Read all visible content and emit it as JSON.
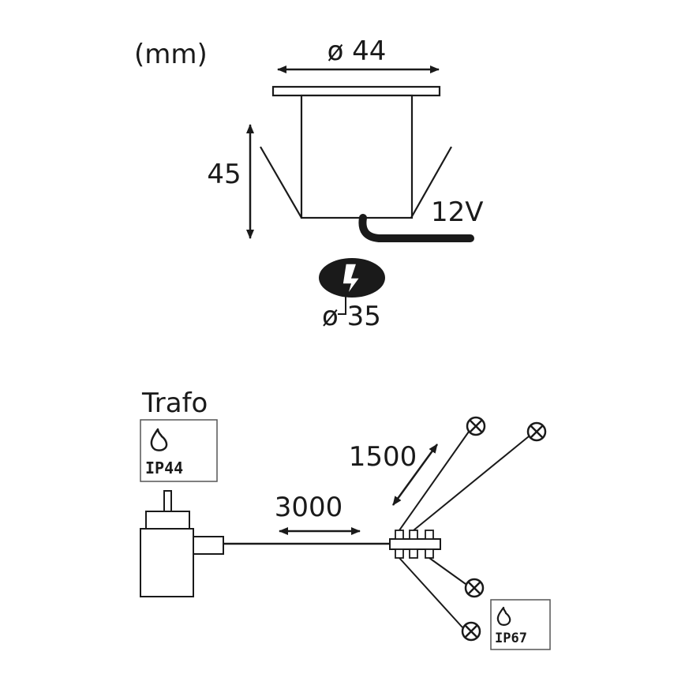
{
  "unit_label": "(mm)",
  "fixture": {
    "diameter_label": "ø 44",
    "height_label": "45",
    "voltage_label": "12V",
    "cutout_label": "ø 35"
  },
  "installation": {
    "trafo_label": "Trafo",
    "trafo_rating": "IP44",
    "cable_length_main": "3000",
    "cable_length_branch": "1500",
    "lamp_rating": "IP67",
    "lamp_count": 4
  },
  "icons": [
    "water-drop-icon",
    "lightning-icon",
    "lamp-icon",
    "arrow-icon"
  ]
}
